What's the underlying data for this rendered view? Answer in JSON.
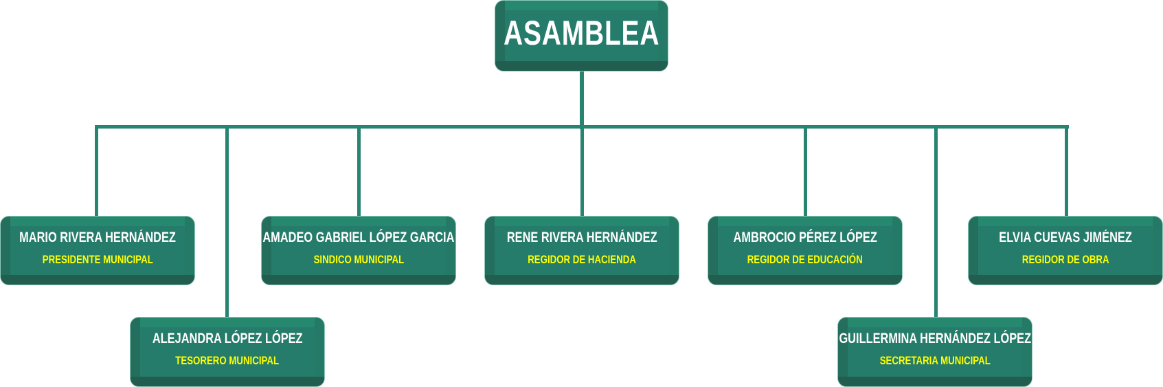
{
  "root": {
    "label": "ASAMBLEA"
  },
  "members": [
    {
      "name": "MARIO RIVERA HERNÁNDEZ",
      "role": "PRESIDENTE MUNICIPAL"
    },
    {
      "name": "ALEJANDRA LÓPEZ LÓPEZ",
      "role": "TESORERO MUNICIPAL"
    },
    {
      "name": "AMADEO GABRIEL LÓPEZ GARCIA",
      "role": "SINDICO MUNICIPAL"
    },
    {
      "name": "RENE RIVERA HERNÁNDEZ",
      "role": "REGIDOR DE HACIENDA"
    },
    {
      "name": "AMBROCIO PÉREZ LÓPEZ",
      "role": "REGIDOR DE EDUCACIÓN"
    },
    {
      "name": "GUILLERMINA HERNÁNDEZ LÓPEZ",
      "role": "SECRETARIA MUNICIPAL"
    },
    {
      "name": "ELVIA CUEVAS JIMÉNEZ",
      "role": "REGIDOR DE OBRA"
    }
  ],
  "colors": {
    "box": "#267c6a",
    "line": "#268470",
    "name_text": "#ffffff",
    "role_text": "#ffff00"
  }
}
